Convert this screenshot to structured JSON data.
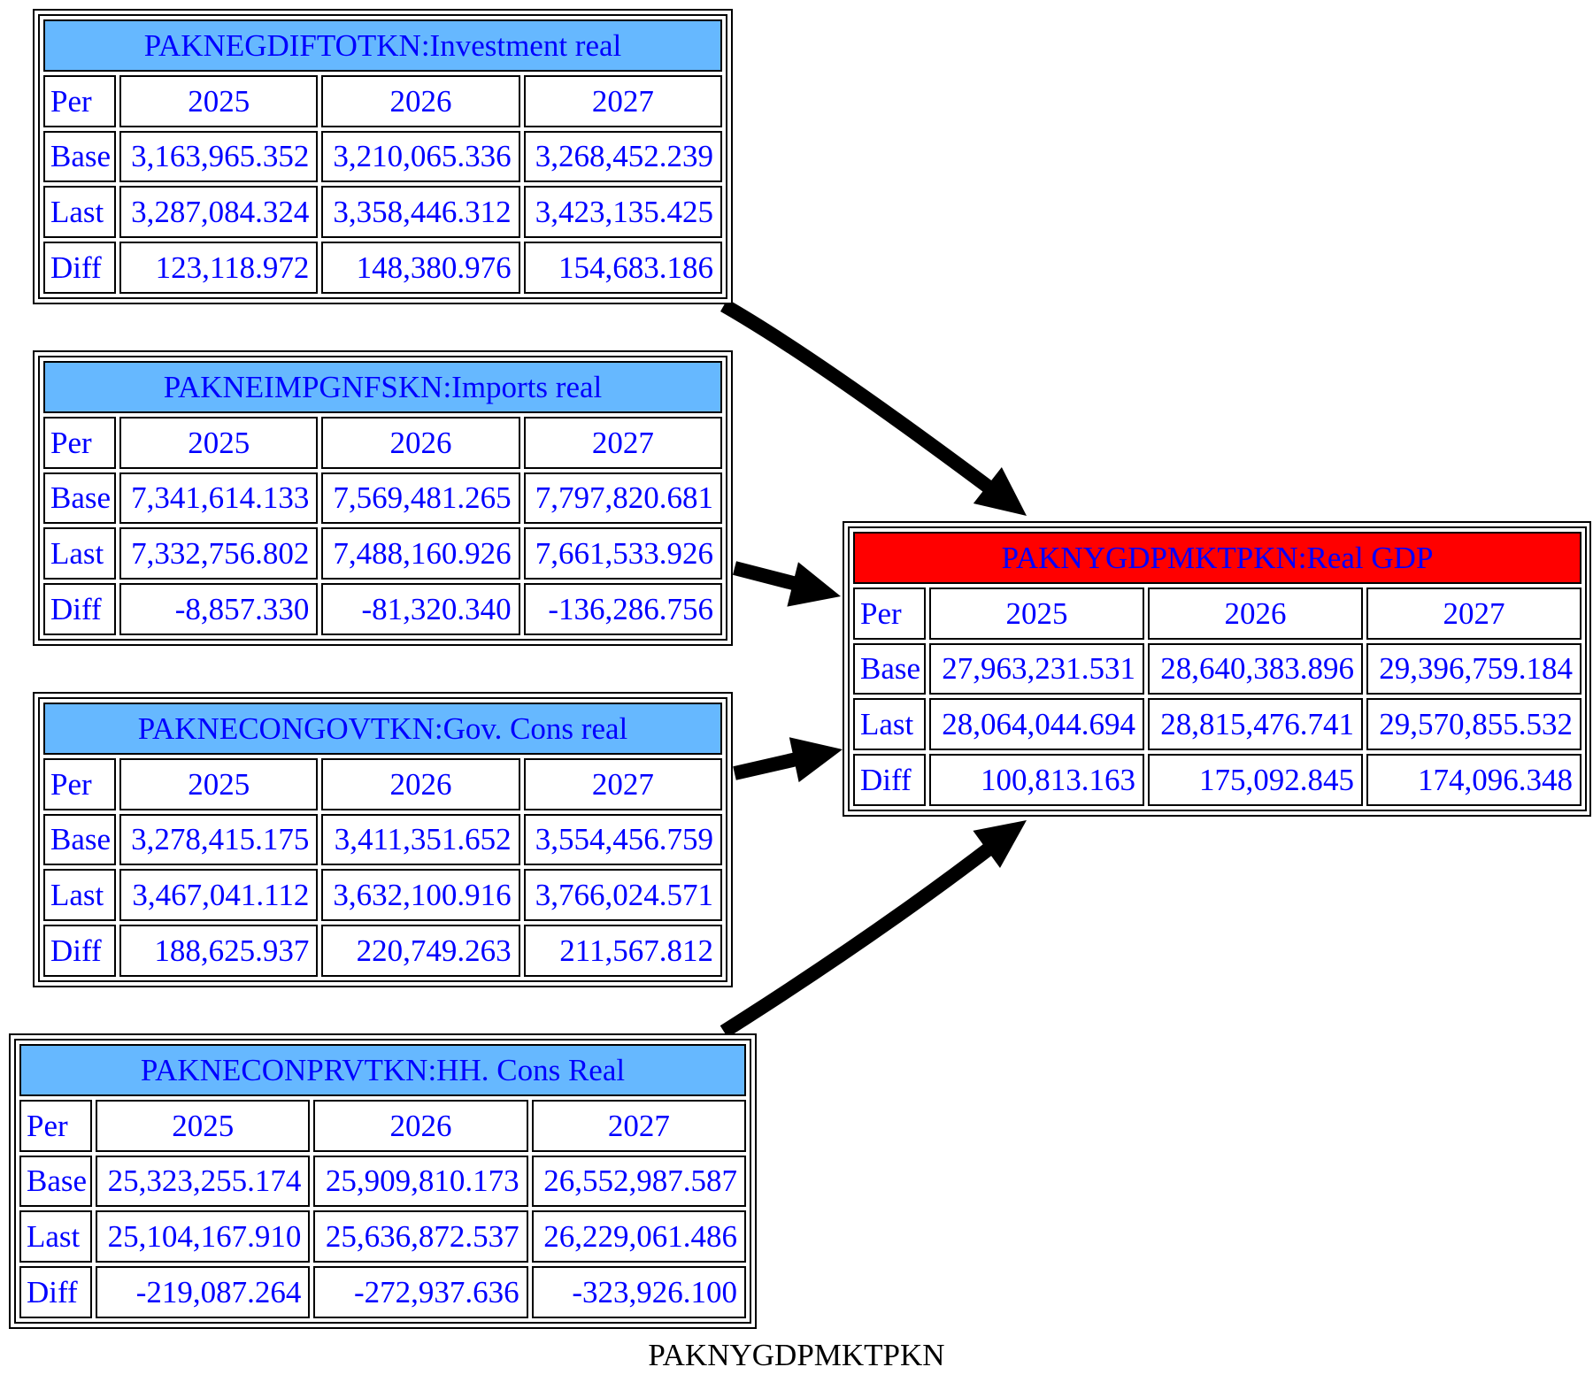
{
  "colors": {
    "source_header": "#66b8ff",
    "target_header": "#ff0000",
    "text": "#0000ff",
    "edge": "#000000"
  },
  "caption": "PAKNYGDPMKTPKN",
  "nodes": [
    {
      "id": "inv",
      "title": "PAKNEGDIFTOTKN:Investment real",
      "header": [
        "Per",
        "2025",
        "2026",
        "2027"
      ],
      "rows": [
        {
          "label": "Base",
          "values": [
            "3,163,965.352",
            "3,210,065.336",
            "3,268,452.239"
          ]
        },
        {
          "label": "Last",
          "values": [
            "3,287,084.324",
            "3,358,446.312",
            "3,423,135.425"
          ]
        },
        {
          "label": "Diff",
          "values": [
            "123,118.972",
            "148,380.976",
            "154,683.186"
          ]
        }
      ]
    },
    {
      "id": "imp",
      "title": "PAKNEIMPGNFSKN:Imports real",
      "header": [
        "Per",
        "2025",
        "2026",
        "2027"
      ],
      "rows": [
        {
          "label": "Base",
          "values": [
            "7,341,614.133",
            "7,569,481.265",
            "7,797,820.681"
          ]
        },
        {
          "label": "Last",
          "values": [
            "7,332,756.802",
            "7,488,160.926",
            "7,661,533.926"
          ]
        },
        {
          "label": "Diff",
          "values": [
            "-8,857.330",
            "-81,320.340",
            "-136,286.756"
          ]
        }
      ]
    },
    {
      "id": "gov",
      "title": "PAKNECONGOVTKN:Gov. Cons real",
      "header": [
        "Per",
        "2025",
        "2026",
        "2027"
      ],
      "rows": [
        {
          "label": "Base",
          "values": [
            "3,278,415.175",
            "3,411,351.652",
            "3,554,456.759"
          ]
        },
        {
          "label": "Last",
          "values": [
            "3,467,041.112",
            "3,632,100.916",
            "3,766,024.571"
          ]
        },
        {
          "label": "Diff",
          "values": [
            "188,625.937",
            "220,749.263",
            "211,567.812"
          ]
        }
      ]
    },
    {
      "id": "hh",
      "title": "PAKNECONPRVTKN:HH. Cons Real",
      "header": [
        "Per",
        "2025",
        "2026",
        "2027"
      ],
      "rows": [
        {
          "label": "Base",
          "values": [
            "25,323,255.174",
            "25,909,810.173",
            "26,552,987.587"
          ]
        },
        {
          "label": "Last",
          "values": [
            "25,104,167.910",
            "25,636,872.537",
            "26,229,061.486"
          ]
        },
        {
          "label": "Diff",
          "values": [
            "-219,087.264",
            "-272,937.636",
            "-323,926.100"
          ]
        }
      ]
    },
    {
      "id": "gdp",
      "title": "PAKNYGDPMKTPKN:Real GDP",
      "header": [
        "Per",
        "2025",
        "2026",
        "2027"
      ],
      "rows": [
        {
          "label": "Base",
          "values": [
            "27,963,231.531",
            "28,640,383.896",
            "29,396,759.184"
          ]
        },
        {
          "label": "Last",
          "values": [
            "28,064,044.694",
            "28,815,476.741",
            "29,570,855.532"
          ]
        },
        {
          "label": "Diff",
          "values": [
            "100,813.163",
            "175,092.845",
            "174,096.348"
          ]
        }
      ]
    }
  ],
  "edges": [
    {
      "from": "inv",
      "to": "gdp"
    },
    {
      "from": "imp",
      "to": "gdp"
    },
    {
      "from": "gov",
      "to": "gdp"
    },
    {
      "from": "hh",
      "to": "gdp"
    }
  ]
}
